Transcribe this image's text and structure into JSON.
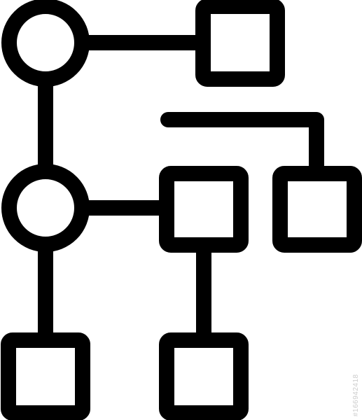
{
  "diagram": {
    "kind": "hierarchy-flowchart-icon",
    "stroke_color": "#000000",
    "fill_color": "#ffffff",
    "nodes": [
      {
        "id": "circle-node-top",
        "shape": "circle"
      },
      {
        "id": "circle-node-middle",
        "shape": "circle"
      },
      {
        "id": "square-node-top-right",
        "shape": "square"
      },
      {
        "id": "square-node-middle-center",
        "shape": "square"
      },
      {
        "id": "square-node-middle-right",
        "shape": "square"
      },
      {
        "id": "square-node-bottom-left",
        "shape": "square"
      },
      {
        "id": "square-node-bottom-center",
        "shape": "square"
      }
    ],
    "edges": [
      {
        "from": "circle-node-top",
        "to": "square-node-top-right"
      },
      {
        "from": "circle-node-top",
        "to": "circle-node-middle"
      },
      {
        "from": "circle-node-middle",
        "to": "square-node-middle-center"
      },
      {
        "from": "circle-node-middle",
        "to": "square-node-bottom-left"
      },
      {
        "from": "square-node-middle-center",
        "to": "square-node-bottom-center"
      },
      {
        "from": "branch-line",
        "to": "square-node-middle-right"
      }
    ]
  },
  "watermark": {
    "stock_id": "#166942418"
  }
}
